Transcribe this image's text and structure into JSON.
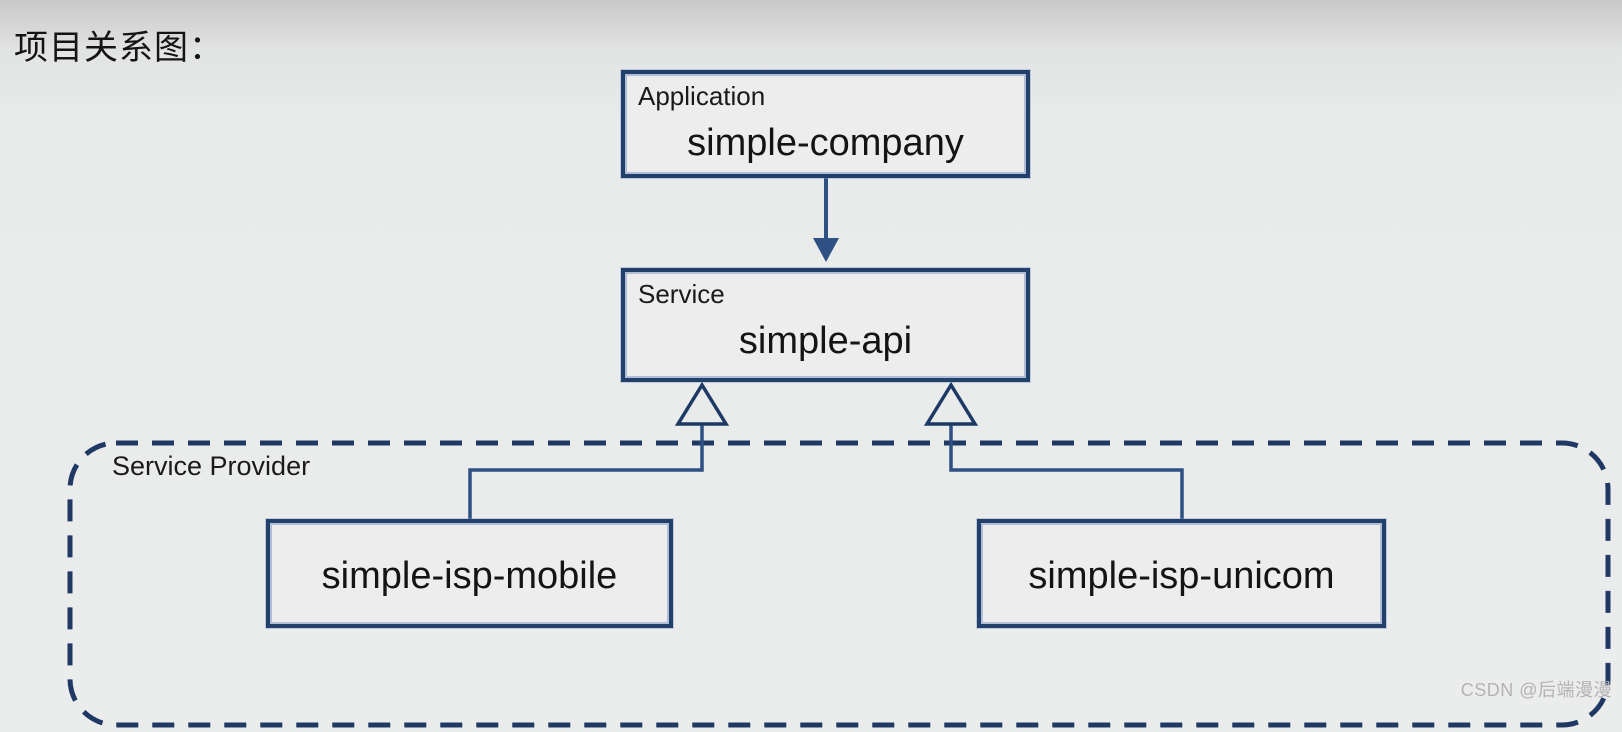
{
  "title": "项目关系图：",
  "nodes": {
    "application": {
      "type": "Application",
      "name": "simple-company"
    },
    "service": {
      "type": "Service",
      "name": "simple-api"
    },
    "mobile": {
      "name": "simple-isp-mobile"
    },
    "unicom": {
      "name": "simple-isp-unicom"
    }
  },
  "provider_group": {
    "label": "Service Provider"
  },
  "connections": [
    {
      "from": "simple-company",
      "to": "simple-api",
      "style": "solid-arrow"
    },
    {
      "from": "simple-isp-mobile",
      "to": "simple-api",
      "style": "hollow-triangle"
    },
    {
      "from": "simple-isp-unicom",
      "to": "simple-api",
      "style": "hollow-triangle"
    }
  ],
  "watermark": "CSDN @后端漫漫",
  "colors": {
    "box_border": "#22406c",
    "connector_line": "#2e5082",
    "dashed_border": "#1f3864",
    "box_fill": "#ecedec",
    "background": "#e9ebeb",
    "text": "#1a1a1a",
    "watermark": "#b5b2b2"
  }
}
